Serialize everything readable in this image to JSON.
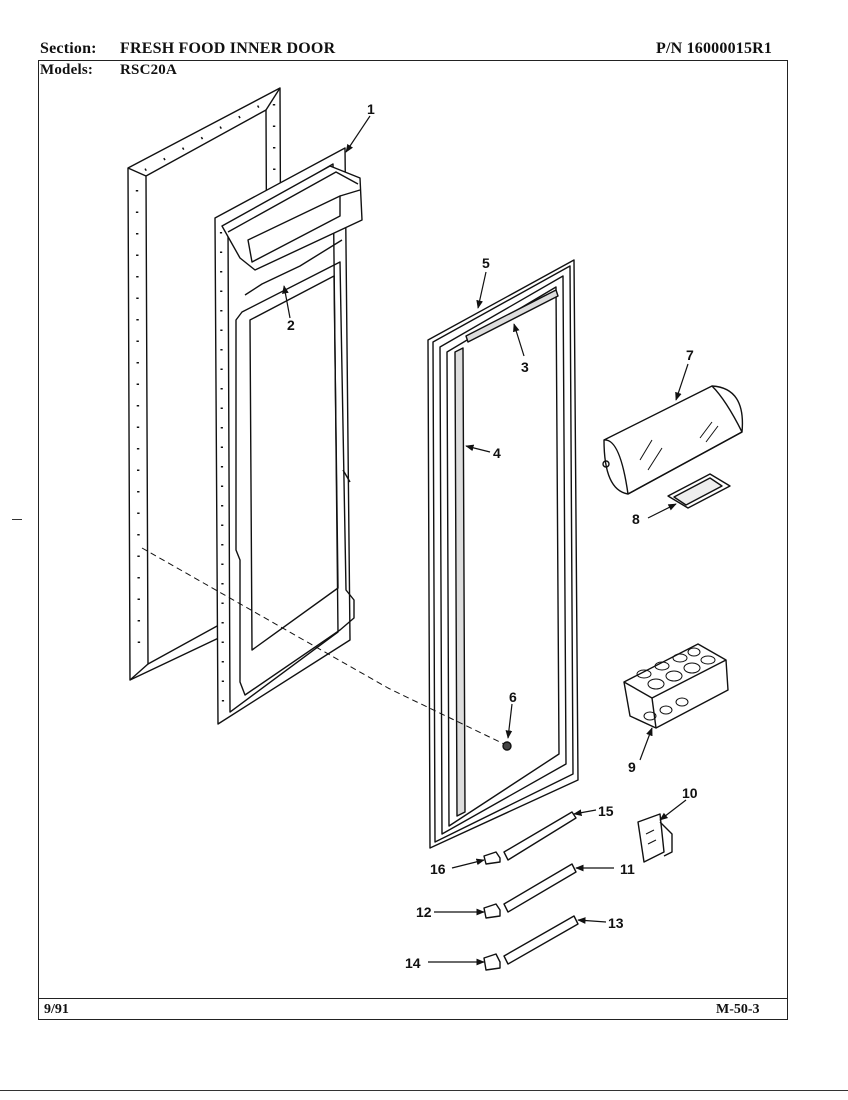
{
  "header": {
    "section_label": "Section:",
    "section_value": "FRESH FOOD INNER DOOR",
    "part_number": "P/N 16000015R1",
    "models_label": "Models:",
    "models_value": "RSC20A"
  },
  "footer": {
    "date": "9/91",
    "page_code": "M-50-3"
  },
  "callouts": {
    "c1": "1",
    "c2": "2",
    "c3": "3",
    "c4": "4",
    "c5": "5",
    "c6": "6",
    "c7": "7",
    "c8": "8",
    "c9": "9",
    "c10": "10",
    "c11": "11",
    "c12": "12",
    "c13": "13",
    "c14": "14",
    "c15": "15",
    "c16": "16"
  }
}
